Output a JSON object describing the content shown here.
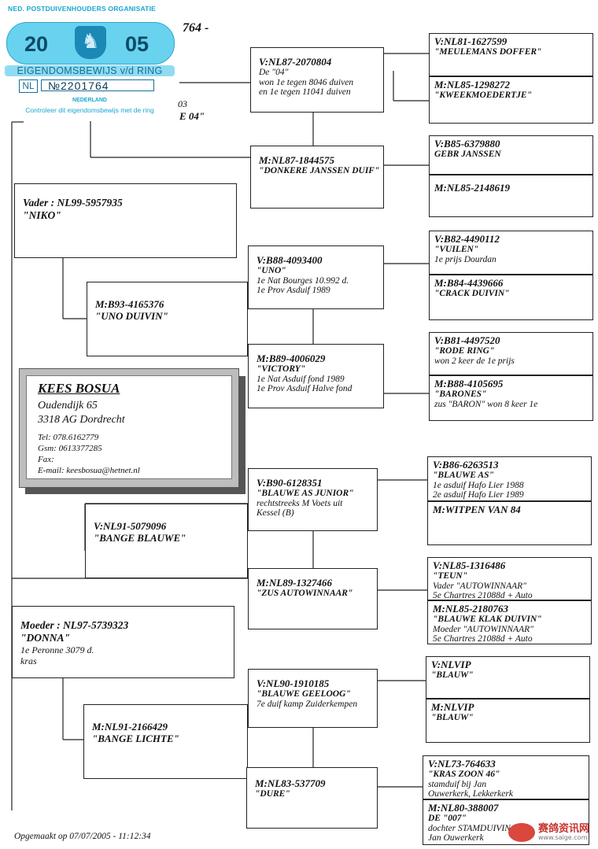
{
  "certificate": {
    "header": "NED. POSTDUIVENHOUDERS ORGANISATIE",
    "year_left": "20",
    "year_right": "05",
    "title": "EIGENDOMSBEWIJS v/d RING",
    "country": "NL",
    "number": "№2201764",
    "nederland": "NEDERLAND",
    "control": "Controleer dit eigendomsbewijs met de ring"
  },
  "subject": {
    "ring_visible_top": "764 -",
    "ring_visible_left": "03",
    "name_visible": "E 04\""
  },
  "father": {
    "ring": "Vader : NL99-5957935",
    "name": "\"NIKO\""
  },
  "mother": {
    "ring": "Moeder : NL97-5739323",
    "name": "\"DONNA\"",
    "line1": "1e Peronne 3079 d.",
    "line2": "kras"
  },
  "ff": {
    "ring": "V:NL87-2070804",
    "name": "De \"04\"",
    "line1": "won 1e tegen 8046 duiven",
    "line2": "en 1e tegen 11041 duiven"
  },
  "fm": {
    "ring": "M:NL87-1844575",
    "name": "\"DONKERE JANSSEN DUIF\""
  },
  "fmf": {
    "ring": "V:B88-4093400",
    "name": "\"UNO\"",
    "line1": "1e Nat Bourges 10.992 d.",
    "line2": "1e Prov Asduif 1989"
  },
  "fmother": {
    "ring": "M:B93-4165376",
    "name": "\"UNO DUIVIN\""
  },
  "fmm": {
    "ring": "M:B89-4006029",
    "name": "\"VICTORY\"",
    "line1": "1e Nat Asduif fond 1989",
    "line2": "1e Prov Asduif Halve fond"
  },
  "mf": {
    "ring": "V:NL91-5079096",
    "name": "\"BANGE BLAUWE\""
  },
  "mff": {
    "ring": "V:B90-6128351",
    "name": "\"BLAUWE AS JUNIOR\"",
    "line1": "rechtstreeks M Voets uit",
    "line2": "Kessel (B)"
  },
  "mfm": {
    "ring": "M:NL89-1327466",
    "name": "\"ZUS AUTOWINNAAR\""
  },
  "mm": {
    "ring": "M:NL91-2166429",
    "name": "\"BANGE LICHTE\""
  },
  "mmf": {
    "ring": "V:NL90-1910185",
    "name": "\"BLAUWE GEELOOG\"",
    "line1": "7e duif kamp Zuiderkempen"
  },
  "mmm": {
    "ring": "M:NL83-537709",
    "name": "\"DURE\""
  },
  "gg": [
    {
      "ring": "V:NL81-1627599",
      "name": "\"MEULEMANS DOFFER\"",
      "lines": []
    },
    {
      "ring": "M:NL85-1298272",
      "name": "\"KWEEKMOEDERTJE\"",
      "lines": []
    },
    {
      "ring": "V:B85-6379880",
      "name": "GEBR JANSSEN",
      "lines": []
    },
    {
      "ring": "M:NL85-2148619",
      "name": "",
      "lines": []
    },
    {
      "ring": "V:B82-4490112",
      "name": "\"VUILEN\"",
      "lines": [
        "1e prijs Dourdan"
      ]
    },
    {
      "ring": "M:B84-4439666",
      "name": "\"CRACK DUIVIN\"",
      "lines": []
    },
    {
      "ring": "V:B81-4497520",
      "name": "\"RODE RING\"",
      "lines": [
        "won 2 keer de 1e prijs"
      ]
    },
    {
      "ring": "M:B88-4105695",
      "name": "\"BARONES\"",
      "lines": [
        "zus \"BARON\" won 8 keer 1e"
      ]
    },
    {
      "ring": "V:B86-6263513",
      "name": "\"BLAUWE AS\"",
      "lines": [
        "1e asduif Hafo Lier 1988",
        "2e asduif Hafo Lier 1989"
      ]
    },
    {
      "ring": "M:WITPEN VAN 84",
      "name": "",
      "lines": []
    },
    {
      "ring": "V:NL85-1316486",
      "name": "\"TEUN\"",
      "lines": [
        "Vader \"AUTOWINNAAR\"",
        "5e Chartres 21088d + Auto"
      ]
    },
    {
      "ring": "M:NL85-2180763",
      "name": "\"BLAUWE KLAK DUIVIN\"",
      "lines": [
        "Moeder \"AUTOWINNAAR\"",
        "5e Chartres 21088d + Auto"
      ]
    },
    {
      "ring": "V:NLVIP",
      "name": "\"BLAUW\"",
      "lines": []
    },
    {
      "ring": "M:NLVIP",
      "name": "\"BLAUW\"",
      "lines": []
    },
    {
      "ring": "V:NL73-764633",
      "name": "\"KRAS ZOON 46\"",
      "lines": [
        "stamduif bij Jan",
        "Ouwerkerk, Lekkerkerk"
      ]
    },
    {
      "ring": "M:NL80-388007",
      "name": "DE \"007\"",
      "lines": [
        "dochter STAMDUIVIN",
        "Jan Ouwerkerk"
      ]
    }
  ],
  "owner": {
    "name": "KEES BOSUA",
    "street": "Oudendijk 65",
    "city": "3318 AG Dordrecht",
    "tel": "Tel: 078.6162779",
    "gsm": "Gsm: 0613377285",
    "fax": "Fax:",
    "email": "E-mail: keesbosua@hetnet.nl"
  },
  "footer": "Opgemaakt op 07/07/2005 - 11:12:34",
  "watermark": {
    "title": "赛鸽资讯网",
    "url": "www.saige.com"
  }
}
